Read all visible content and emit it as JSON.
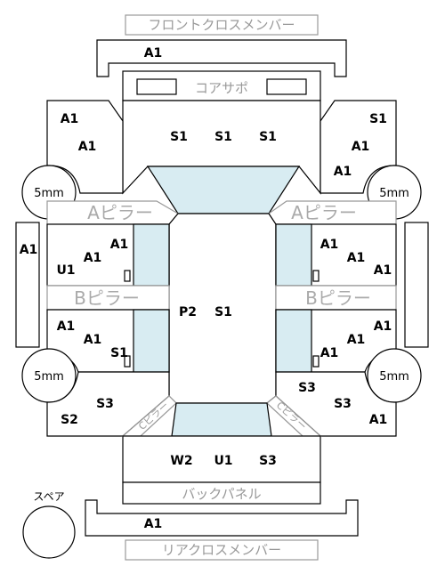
{
  "labels": {
    "front_cross_member": "フロントクロスメンバー",
    "rear_cross_member": "リアクロスメンバー",
    "core_support": "コアサポ",
    "back_panel": "バックパネル",
    "a_pillar": "Aピラー",
    "b_pillar": "Bピラー",
    "c_pillar": "Cピラー",
    "spare": "スペア"
  },
  "grades": {
    "front_cross": "A1",
    "rear_cross": "A1",
    "roof_front_left": "S1",
    "roof_front_center": "S1",
    "roof_front_right": "S1",
    "roof_center_left": "P2",
    "roof_center_right": "S1",
    "rear_left": "W2",
    "rear_center": "U1",
    "rear_right": "S3",
    "left_front_fender_top": "A1",
    "left_front_fender_bottom": "A1",
    "right_front_fender_top": "S1",
    "right_front_fender_mid": "A1",
    "right_front_fender_bottom": "A1",
    "left_front_door_a": "A1",
    "left_front_door_b": "A1",
    "left_front_door_c": "U1",
    "right_front_door_a": "A1",
    "right_front_door_b": "A1",
    "right_front_door_c": "A1",
    "left_rear_door_a": "A1",
    "left_rear_door_b": "A1",
    "left_rear_door_c": "S1",
    "right_rear_door_a": "A1",
    "right_rear_door_b": "A1",
    "right_rear_door_c": "A1",
    "left_quarter_top": "S3",
    "left_quarter_bottom": "S2",
    "right_quarter_top": "S3",
    "right_quarter_mid": "S3",
    "right_quarter_bottom": "A1",
    "left_step": "A1"
  },
  "tires": {
    "front_left": "5mm",
    "front_right": "5mm",
    "rear_left": "5mm",
    "rear_right": "5mm"
  }
}
